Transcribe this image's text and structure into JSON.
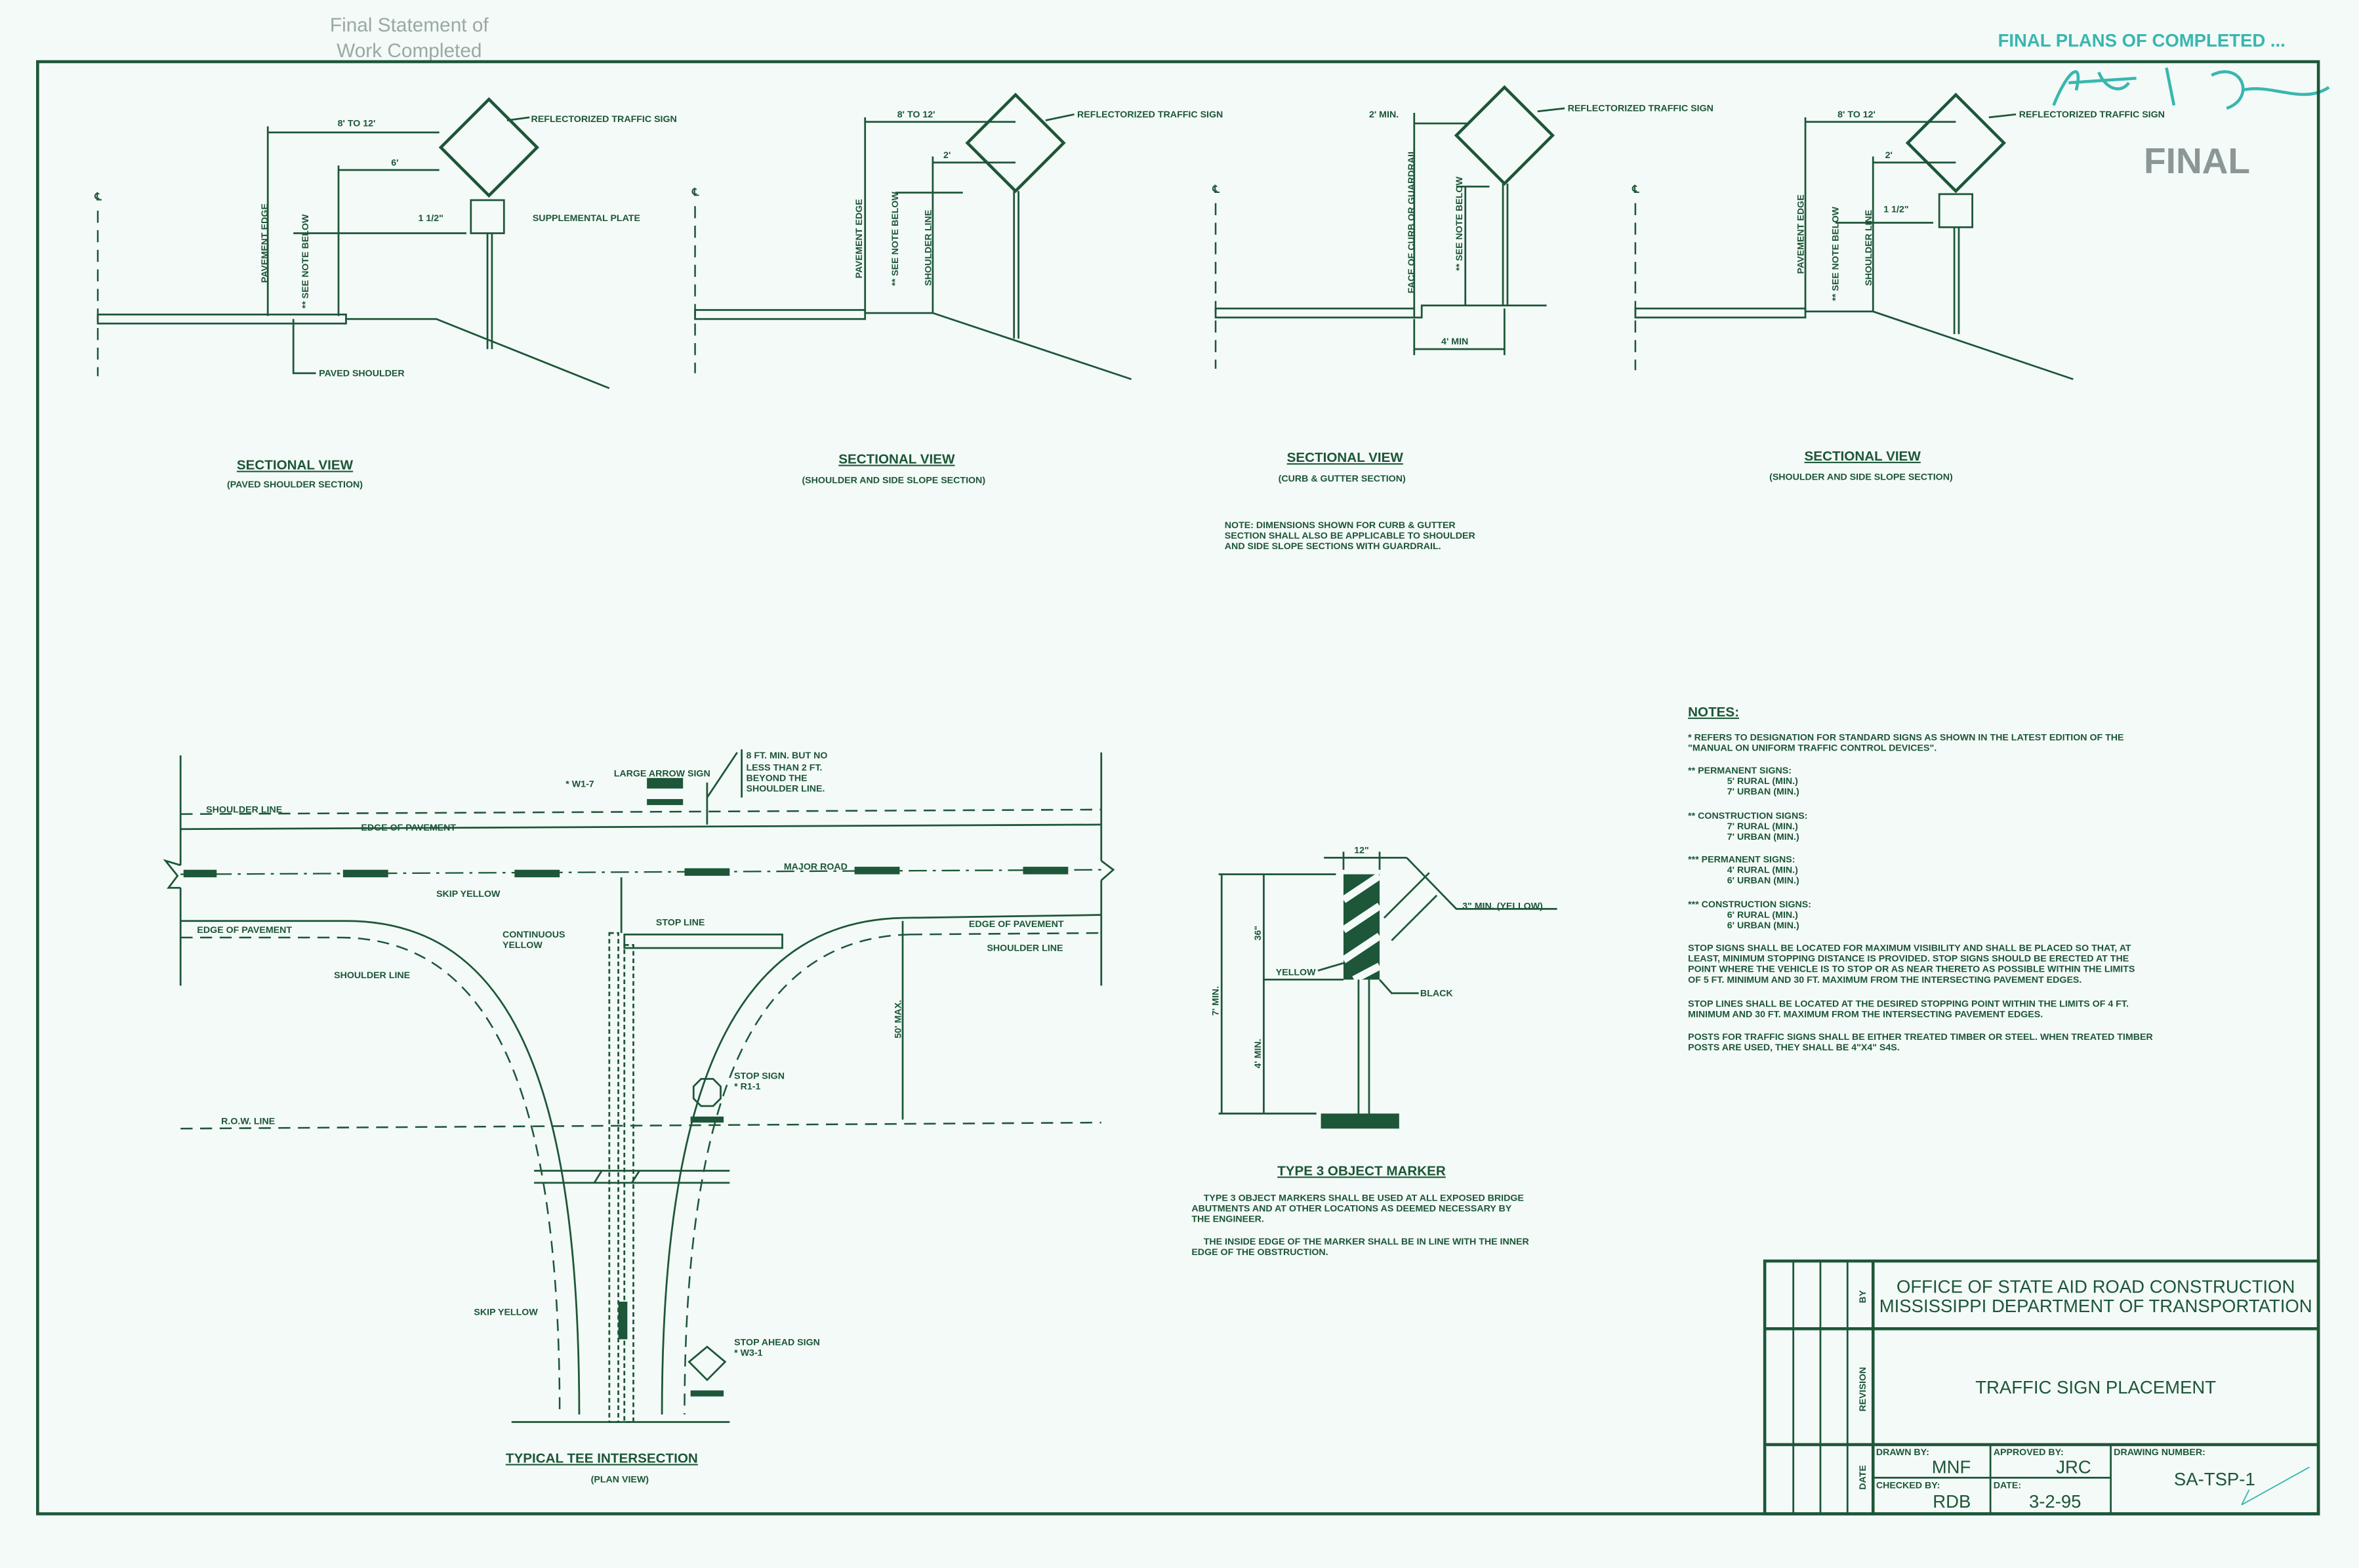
{
  "stamps": {
    "statement_line1": "Final Statement of",
    "statement_line2": "Work Completed",
    "plans": "FINAL PLANS OF COMPLETED ...",
    "signature": "Jeff J. Dugan",
    "final": "FINAL"
  },
  "common": {
    "centerline": "℄",
    "sign_label": "REFLECTORIZED TRAFFIC SIGN",
    "see_note": "** SEE NOTE BELOW",
    "pavement_edge": "PAVEMENT EDGE",
    "shoulder_line": "SHOULDER LINE",
    "section_title": "SECTIONAL VIEW"
  },
  "section1": {
    "subtitle": "(PAVED SHOULDER SECTION)",
    "dim_outer": "8' TO 12'",
    "dim_inner": "6'",
    "plate_gap": "1 1/2\"",
    "plate": "SUPPLEMENTAL PLATE",
    "paved_shoulder": "PAVED SHOULDER"
  },
  "section2": {
    "subtitle": "(SHOULDER AND SIDE SLOPE SECTION)",
    "dim_outer": "8' TO 12'",
    "dim_inner": "2'"
  },
  "section3": {
    "subtitle": "(CURB & GUTTER SECTION)",
    "dim_top": "2' MIN.",
    "dim_bottom": "4' MIN",
    "face": "FACE OF CURB OR GUARDRAIL",
    "note": [
      "NOTE: DIMENSIONS SHOWN FOR CURB & GUTTER",
      "SECTION SHALL ALSO BE APPLICABLE TO SHOULDER",
      "AND SIDE SLOPE SECTIONS WITH GUARDRAIL."
    ]
  },
  "section4": {
    "subtitle": "(SHOULDER AND SIDE SLOPE SECTION)",
    "dim_outer": "8' TO 12'",
    "dim_inner": "2'",
    "plate_gap": "1 1/2\""
  },
  "intersection": {
    "title": "TYPICAL TEE INTERSECTION",
    "subtitle": "(PLAN VIEW)",
    "arrow_sign": "LARGE ARROW SIGN",
    "arrow_code": "* W1-7",
    "offset_note": [
      "8 FT. MIN. BUT NO",
      "LESS THAN 2 FT.",
      "BEYOND THE",
      "SHOULDER LINE."
    ],
    "shoulder_line": "SHOULDER LINE",
    "edge_of_pavement": "EDGE OF PAVEMENT",
    "major_road": "MAJOR ROAD",
    "skip_yellow": "SKIP YELLOW",
    "stop_line": "STOP LINE",
    "continuous_yellow": [
      "CONTINUOUS",
      "YELLOW"
    ],
    "max_dim": "50' MAX.",
    "stop_sign": "STOP SIGN",
    "stop_code": "* R1-1",
    "row_line": "R.O.W. LINE",
    "stop_ahead": "STOP AHEAD SIGN",
    "stop_ahead_code": "* W3-1"
  },
  "marker": {
    "title": "TYPE 3 OBJECT MARKER",
    "width": "12\"",
    "stripe": "3\" MIN. (YELLOW)",
    "yellow": "YELLOW",
    "black": "BLACK",
    "h36": "36\"",
    "h7": "7' MIN.",
    "h4": "4' MIN.",
    "text": [
      "TYPE 3 OBJECT MARKERS SHALL BE USED AT ALL EXPOSED BRIDGE",
      "ABUTMENTS AND AT OTHER LOCATIONS AS DEEMED NECESSARY BY",
      "THE ENGINEER.",
      "THE INSIDE EDGE OF THE MARKER SHALL BE IN LINE WITH THE INNER",
      "EDGE OF THE OBSTRUCTION."
    ]
  },
  "notes": {
    "heading": "NOTES:",
    "lines": [
      "* REFERS TO DESIGNATION FOR STANDARD SIGNS AS SHOWN IN THE LATEST EDITION OF THE",
      "\"MANUAL ON UNIFORM TRAFFIC CONTROL DEVICES\".",
      "** PERMANENT SIGNS:",
      "5' RURAL (MIN.)",
      "7' URBAN (MIN.)",
      "** CONSTRUCTION SIGNS:",
      "7' RURAL (MIN.)",
      "7' URBAN (MIN.)",
      "*** PERMANENT SIGNS:",
      "4' RURAL (MIN.)",
      "6' URBAN (MIN.)",
      "*** CONSTRUCTION SIGNS:",
      "6' RURAL (MIN.)",
      "6' URBAN (MIN.)",
      "STOP SIGNS SHALL BE LOCATED FOR MAXIMUM VISIBILITY AND SHALL BE PLACED SO THAT, AT",
      "LEAST, MINIMUM STOPPING DISTANCE IS PROVIDED.  STOP SIGNS SHOULD BE ERECTED AT THE",
      "POINT WHERE THE VEHICLE IS TO STOP OR AS NEAR THERETO AS POSSIBLE WITHIN THE LIMITS",
      "OF 5 FT. MINIMUM AND 30 FT. MAXIMUM FROM THE INTERSECTING PAVEMENT EDGES.",
      "STOP LINES SHALL BE LOCATED AT THE DESIRED STOPPING POINT WITHIN THE LIMITS OF 4 FT.",
      "MINIMUM AND 30 FT. MAXIMUM FROM THE INTERSECTING PAVEMENT EDGES.",
      "POSTS FOR TRAFFIC SIGNS SHALL BE EITHER TREATED TIMBER OR STEEL.  WHEN TREATED TIMBER",
      "POSTS ARE USED, THEY SHALL BE 4\"X4\" S4S."
    ]
  },
  "title_block": {
    "office": "OFFICE OF STATE AID ROAD CONSTRUCTION",
    "department": "MISSISSIPPI DEPARTMENT OF TRANSPORTATION",
    "title": "TRAFFIC SIGN PLACEMENT",
    "by_label": "BY",
    "revision_label": "REVISION",
    "date_label": "DATE",
    "drawn_by_label": "DRAWN BY:",
    "drawn_by": "MNF",
    "approved_by_label": "APPROVED BY:",
    "approved_by": "JRC",
    "checked_by_label": "CHECKED BY:",
    "checked_by": "RDB",
    "date_field_label": "DATE:",
    "date": "3-2-95",
    "drawing_number_label": "DRAWING NUMBER:",
    "drawing_number": "SA-TSP-1"
  }
}
